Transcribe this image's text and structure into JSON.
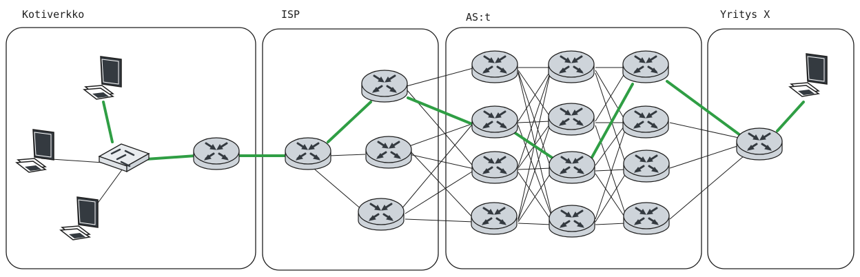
{
  "zones": {
    "home": {
      "label": "Kotiverkko"
    },
    "isp": {
      "label": "ISP"
    },
    "as": {
      "label": "AS:t"
    },
    "company": {
      "label": "Yritys X"
    }
  },
  "colors": {
    "path": "#2f9e44",
    "link": "#1e1e1e",
    "router_body": "#ced4da",
    "arrow": "#343a40",
    "screen": "#343a40"
  },
  "icons": [
    "computer-icon",
    "switch-icon",
    "router-icon"
  ],
  "highlighted_path": [
    "computer-top",
    "switch",
    "home-router",
    "isp-router-entry",
    "isp-router-top",
    "as-router-c1-r2",
    "as-router-c2-r3",
    "as-router-c3-r1",
    "company-router",
    "company-computer"
  ]
}
